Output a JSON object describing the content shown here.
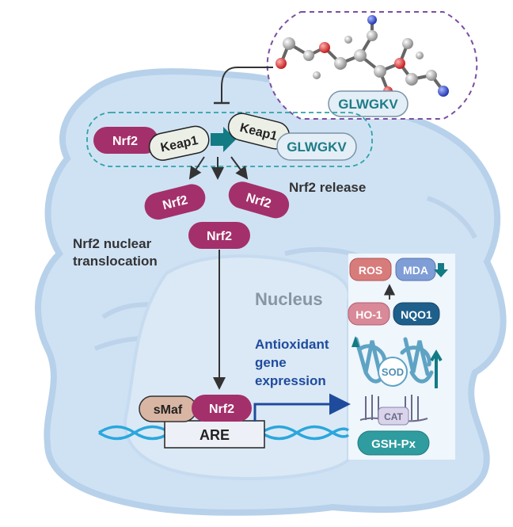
{
  "colors": {
    "nrf2": "#a3306b",
    "keap1_fill": "#ecefe6",
    "peptide_fill": "#e3eef7",
    "peptide_text": "#1e7c86",
    "cell_fill": "#cfe2f4",
    "cell_stroke": "#b7d1ea",
    "nucleus_fill": "#dbe9f6",
    "nucleus_text": "#8895a2",
    "arrow_teal": "#127b84",
    "arrow_blue": "#1f4b9d",
    "smaf_fill": "#d9b6a4",
    "are_fill": "#eef0f8",
    "ros_fill": "#d87b7b",
    "mda_fill": "#7f9dd6",
    "ho1_fill": "#d98997",
    "nqo1_fill": "#1f5f8b",
    "gshpx_fill": "#2f9c9f",
    "enzyme_blue": "#5fa3c4",
    "dna_blue": "#2aa7dd"
  },
  "labels": {
    "peptide_top": "GLWGKV",
    "peptide_bound": "GLWGKV",
    "nrf2": "Nrf2",
    "keap1_left": "Keap1",
    "keap1_right": "Keap1",
    "nrf2_release": "Nrf2 release",
    "translocation_line1": "Nrf2 nuclear",
    "translocation_line2": "translocation",
    "nucleus": "Nucleus",
    "antioxidant_line1": "Antioxidant",
    "antioxidant_line2": "gene",
    "antioxidant_line3": "expression",
    "smaf": "sMaf",
    "are": "ARE",
    "ros": "ROS",
    "mda": "MDA",
    "ho1": "HO-1",
    "nqo1": "NQO1",
    "sod": "SOD",
    "cat": "CAT",
    "gshpx": "GSH-Px"
  },
  "icons": {
    "molecule": "ball-and-stick-peptide-icon",
    "down_arrow": "down-arrow-icon",
    "up_arrow": "up-arrow-icon"
  }
}
